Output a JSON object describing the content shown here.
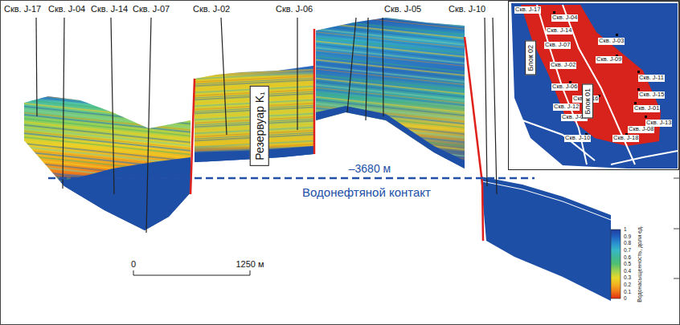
{
  "diagram": {
    "nodes": [
      {
        "text": [
          "Резервуар K₁"
        ]
      },
      {
        "text": [
          "Блок 02"
        ]
      },
      {
        "text": [
          "Блок 01"
        ]
      }
    ],
    "labels": [
      "Скв. J-17",
      "Скв. J-04",
      "Скв. J-14",
      "Скв. J-07",
      "Скв. J-02",
      "Скв. J-06",
      "Скв. J-05",
      "Скв. J-10",
      "–3680 м",
      "Водонефтяной контакт",
      "0",
      "1250 м",
      "Скв. J-17",
      "Скв. J-04",
      "Скв. J-14",
      "Скв. J-07",
      "Скв. J-03",
      "Скв. J-09",
      "Скв. J-02",
      "Скв. J-11",
      "Скв. J-06",
      "Скв. J-15",
      "Скв. J-16",
      "Скв. J-12",
      "Скв. J-01",
      "Скв. J-05",
      "Скв. J-13",
      "Скв. J-08",
      "Скв. J-10",
      "Скв. J-18",
      "1",
      "0.9",
      "0.8",
      "0.7",
      "0.6",
      "0.5",
      "0.4",
      "0.3",
      "0.2",
      "0.1",
      "0",
      "Водонасыщенность, доли ед."
    ]
  }
}
